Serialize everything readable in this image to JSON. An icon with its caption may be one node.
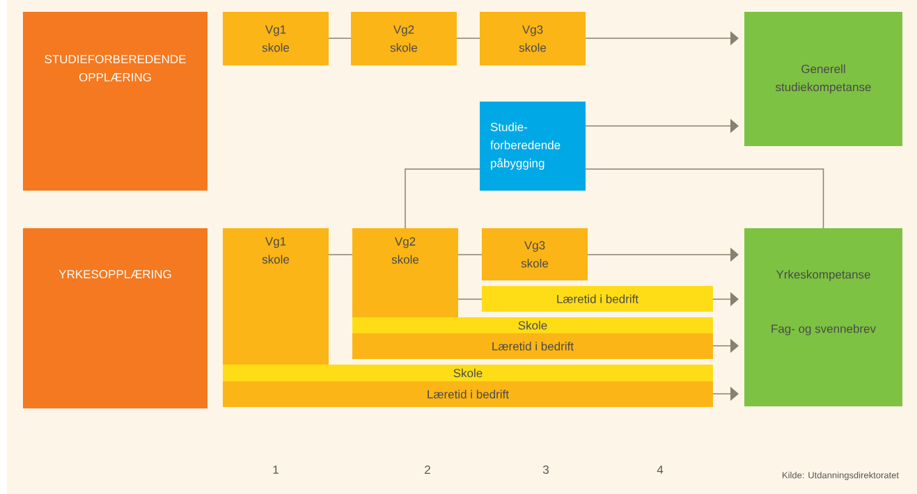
{
  "diagram": {
    "nodes": [
      {
        "text": [
          "STUDIEFORBEREDENDE OPPLÆRING"
        ]
      },
      {
        "text": [
          "Vg1 skole"
        ]
      },
      {
        "text": [
          "Vg2 skole"
        ]
      },
      {
        "text": [
          "Vg3 skole"
        ]
      },
      {
        "text": [
          "Generell studiekompetanse"
        ]
      },
      {
        "text": [
          "Studie- forberedende påbygging"
        ]
      },
      {
        "text": [
          "YRKESOPPLÆRING"
        ]
      },
      {
        "text": [
          "Vg1 skole"
        ]
      },
      {
        "text": [
          "Vg2 skole"
        ]
      },
      {
        "text": [
          "Vg3 skole"
        ]
      },
      {
        "text": [
          "Læretid i bedrift"
        ]
      },
      {
        "text": [
          "Skole"
        ]
      },
      {
        "text": [
          "Læretid i bedrift"
        ]
      },
      {
        "text": [
          "Skole"
        ]
      },
      {
        "text": [
          "Læretid i bedrift"
        ]
      },
      {
        "text": [
          "Yrkeskompetanse",
          "Fag- og svennebrev"
        ]
      }
    ],
    "edges": [
      {
        "from": 1,
        "to": 2,
        "arrow": "none"
      },
      {
        "from": 2,
        "to": 3,
        "arrow": "none"
      },
      {
        "from": 3,
        "to": 4,
        "arrow": "to"
      },
      {
        "from": 5,
        "to": 4,
        "arrow": "to"
      },
      {
        "from": 8,
        "to": 5,
        "arrow": "none"
      },
      {
        "from": 5,
        "to": 15,
        "arrow": "none"
      },
      {
        "from": 7,
        "to": 8,
        "arrow": "none"
      },
      {
        "from": 8,
        "to": 9,
        "arrow": "none"
      },
      {
        "from": 9,
        "to": 15,
        "arrow": "to"
      },
      {
        "from": 8,
        "to": 10,
        "arrow": "none"
      },
      {
        "from": 10,
        "to": 15,
        "arrow": "to"
      },
      {
        "from": 12,
        "to": 15,
        "arrow": "to"
      },
      {
        "from": 14,
        "to": 15,
        "arrow": "to"
      }
    ],
    "labels": [
      "1",
      "2",
      "3",
      "4",
      "Kilde: Utdanningsdirektoratet"
    ]
  }
}
